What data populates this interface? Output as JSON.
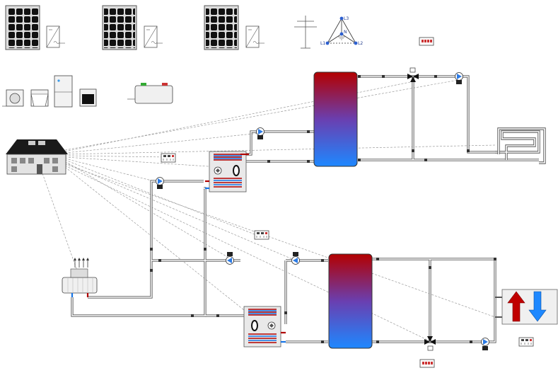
{
  "phase_labels": {
    "l1": "L1",
    "l2": "L2",
    "l3": "L3",
    "n": "N"
  },
  "colors": {
    "hot": "#b00000",
    "cold": "#1473e6",
    "pipe": "#555555",
    "link": "#9a9a9a",
    "tank_top": "#b30000",
    "tank_mid": "#6a3fb0",
    "tank_bottom": "#1e88ff",
    "panel_cell": "#111111",
    "pump_fill": "#2c7be5"
  },
  "icons": {
    "pv": "solar-panel-icon",
    "inverter": "inverter-icon",
    "grid": "power-pylon-icon",
    "three_phase": "three-phase-grid-icon",
    "meter": "energy-meter-icon",
    "battery": "battery-icon",
    "house": "house-icon",
    "pump": "circulation-pump-icon",
    "valve": "three-way-valve-icon",
    "heat_pump": "heat-pump-icon",
    "tank": "storage-tank-icon",
    "floor_heating": "floor-heating-icon",
    "exchanger": "heat-exchanger-icon",
    "controller": "controller-icon"
  }
}
